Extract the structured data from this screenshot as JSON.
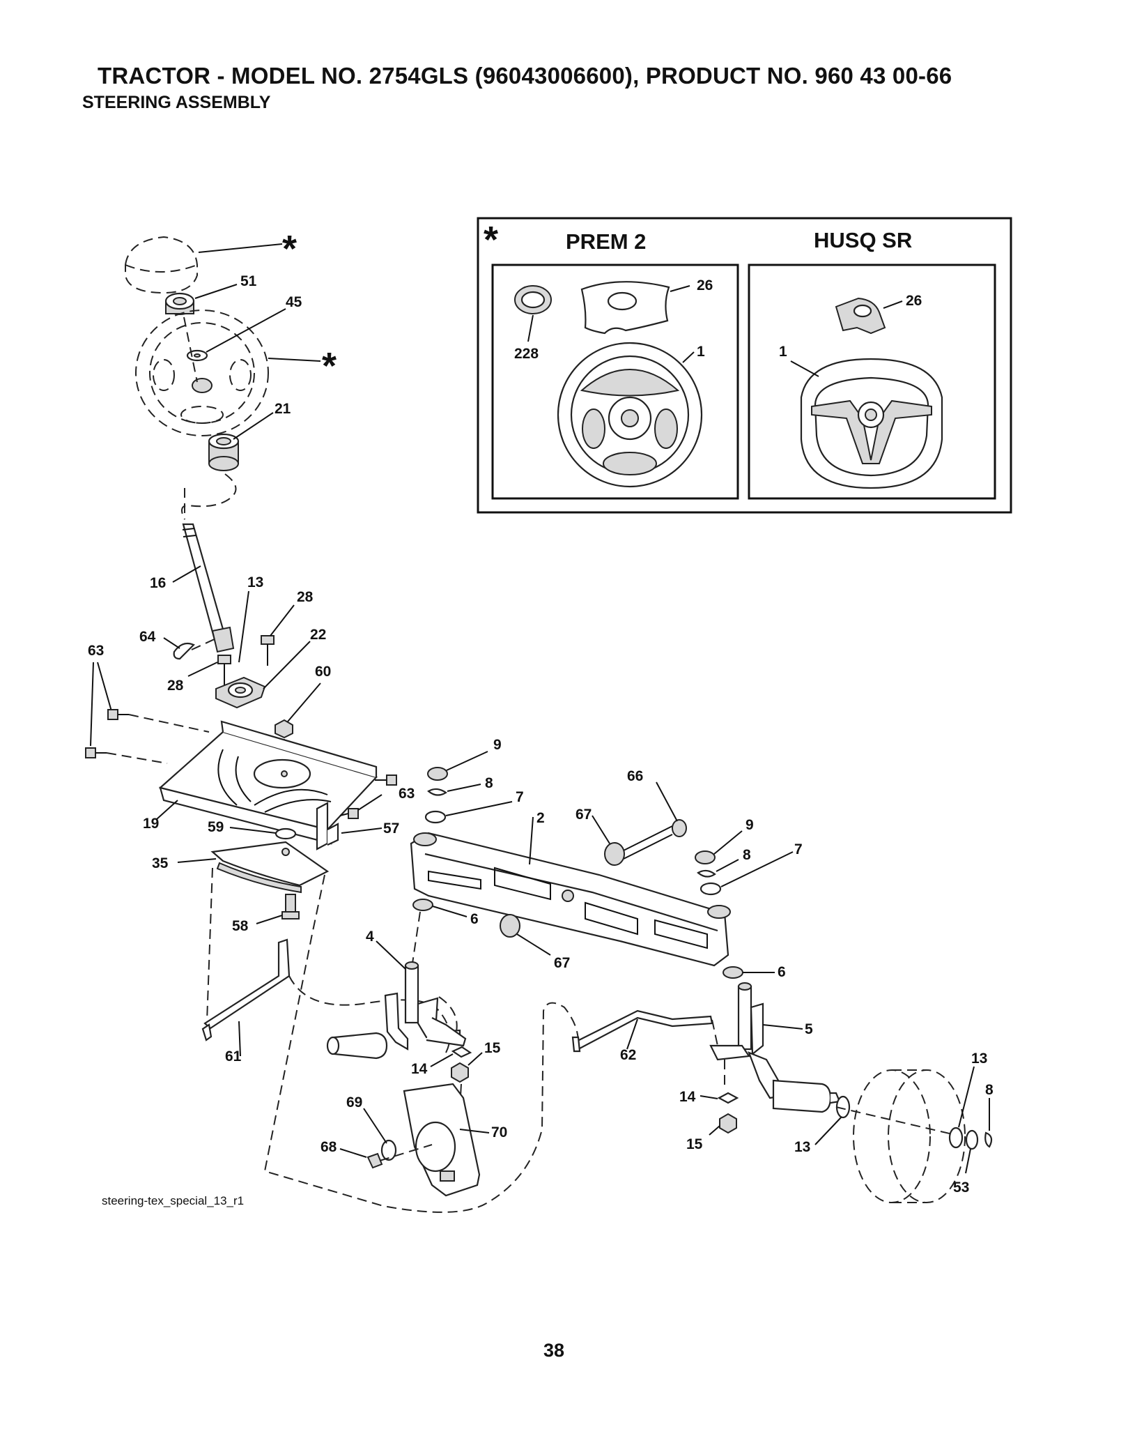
{
  "header": {
    "title": "TRACTOR - MODEL NO. 2754GLS (96043006600), PRODUCT NO. 960 43 00-66",
    "subtitle": "STEERING ASSEMBLY"
  },
  "inset": {
    "star": "*",
    "left_header": "PREM 2",
    "right_header": "HUSQ SR",
    "left_labels": [
      "26",
      "228",
      "1"
    ],
    "right_labels": [
      "26",
      "1"
    ]
  },
  "callouts": {
    "star_top": "*",
    "star_wheel": "*",
    "c51": "51",
    "c45": "45",
    "c21": "21",
    "c16": "16",
    "c13a": "13",
    "c28a": "28",
    "c64": "64",
    "c22": "22",
    "c63a": "63",
    "c28b": "28",
    "c60": "60",
    "c63b": "63",
    "c19": "19",
    "c59": "59",
    "c57": "57",
    "c35": "35",
    "c58": "58",
    "c61": "61",
    "c9a": "9",
    "c8a": "8",
    "c7a": "7",
    "c2": "2",
    "c66": "66",
    "c67a": "67",
    "c9b": "9",
    "c8b": "8",
    "c7b": "7",
    "c6a": "6",
    "c67b": "67",
    "c4": "4",
    "c6b": "6",
    "c5": "5",
    "c62": "62",
    "c14a": "14",
    "c15a": "15",
    "c69": "69",
    "c70": "70",
    "c68": "68",
    "c14b": "14",
    "c15b": "15",
    "c13b": "13",
    "c13c": "13",
    "c8c": "8",
    "c53": "53"
  },
  "footer": {
    "caption": "steering-tex_special_13_r1",
    "page_number": "38"
  }
}
